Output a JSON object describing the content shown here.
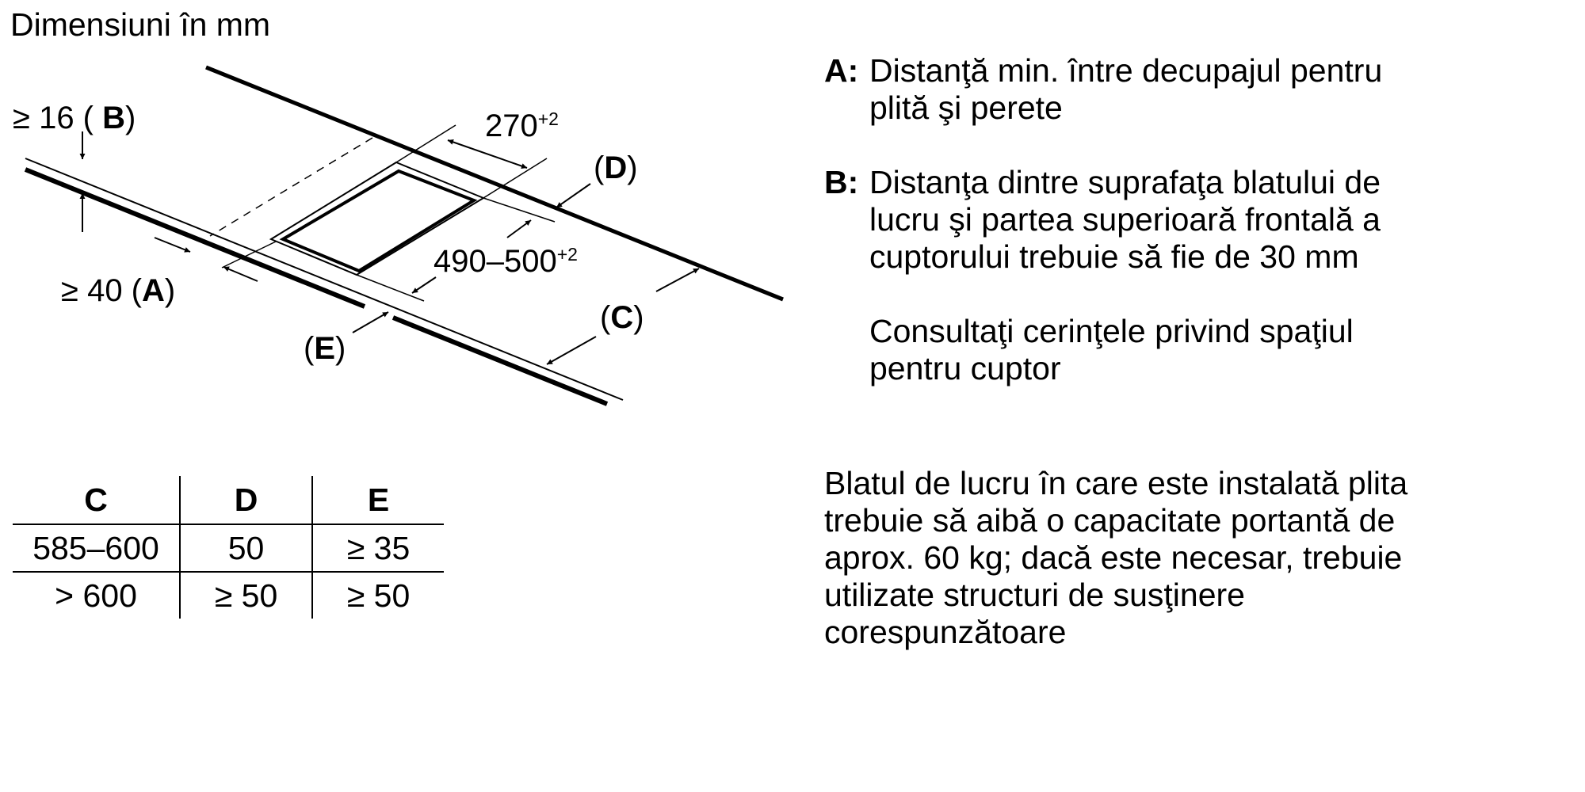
{
  "title": "Dimensiuni în mm",
  "diagram": {
    "b_label_prefix": "≥ 16 ( ",
    "b_label_letter": "B",
    "b_label_suffix": ")",
    "a_label_prefix": "≥ 40 (",
    "a_label_letter": "A",
    "a_label_suffix": ")",
    "d_open": "(",
    "d_letter": "D",
    "d_close": ")",
    "c_open": "(",
    "c_letter": "C",
    "c_close": ")",
    "e_open": "(",
    "e_letter": "E",
    "e_close": ")",
    "depth_value": "270",
    "depth_tolerance": "+2",
    "width_value": "490–500",
    "width_tolerance": "+2"
  },
  "table": {
    "headers": [
      "C",
      "D",
      "E"
    ],
    "rows": [
      [
        "585–600",
        "50",
        "≥ 35"
      ],
      [
        "> 600",
        "≥ 50",
        "≥ 50"
      ]
    ]
  },
  "notes": [
    {
      "key": "A:",
      "lines": [
        "Distanţă min. între decupajul pentru",
        "plită şi perete"
      ]
    },
    {
      "key": "B:",
      "lines": [
        "Distanţa dintre suprafaţa blatului de",
        "lucru şi partea superioară frontală a",
        "cuptorului trebuie să fie de 30 mm"
      ]
    }
  ],
  "oven_note": [
    "Consultaţi cerinţele privind spaţiul",
    "pentru cuptor"
  ],
  "load_note": [
    "Blatul de lucru în care este instalată plita",
    "trebuie să aibă o capacitate portantă de",
    "aprox. 60 kg; dacă este necesar, trebuie",
    "utilizate structuri de susţinere",
    "corespunzătoare"
  ]
}
